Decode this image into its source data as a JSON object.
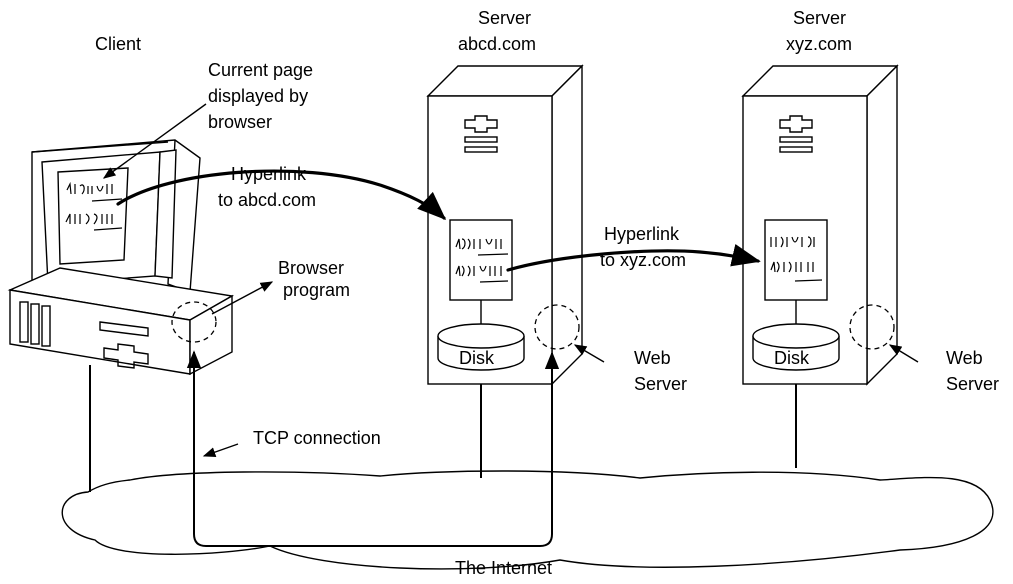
{
  "client": {
    "label": "Client",
    "screen_note": [
      "Current page",
      "displayed by",
      "browser"
    ],
    "browser_label": [
      "Browser",
      "program"
    ]
  },
  "server_abcd": {
    "label": [
      "Server",
      "abcd.com"
    ],
    "disk_label": "Disk",
    "web_server_label": [
      "Web",
      "Server"
    ]
  },
  "server_xyz": {
    "label": [
      "Server",
      "xyz.com"
    ],
    "disk_label": "Disk",
    "web_server_label": [
      "Web",
      "Server"
    ]
  },
  "links": {
    "hyperlink_abcd": [
      "Hyperlink",
      "to abcd.com"
    ],
    "hyperlink_xyz": [
      "Hyperlink",
      "to xyz.com"
    ],
    "tcp": "TCP connection"
  },
  "network": {
    "label": "The Internet"
  }
}
